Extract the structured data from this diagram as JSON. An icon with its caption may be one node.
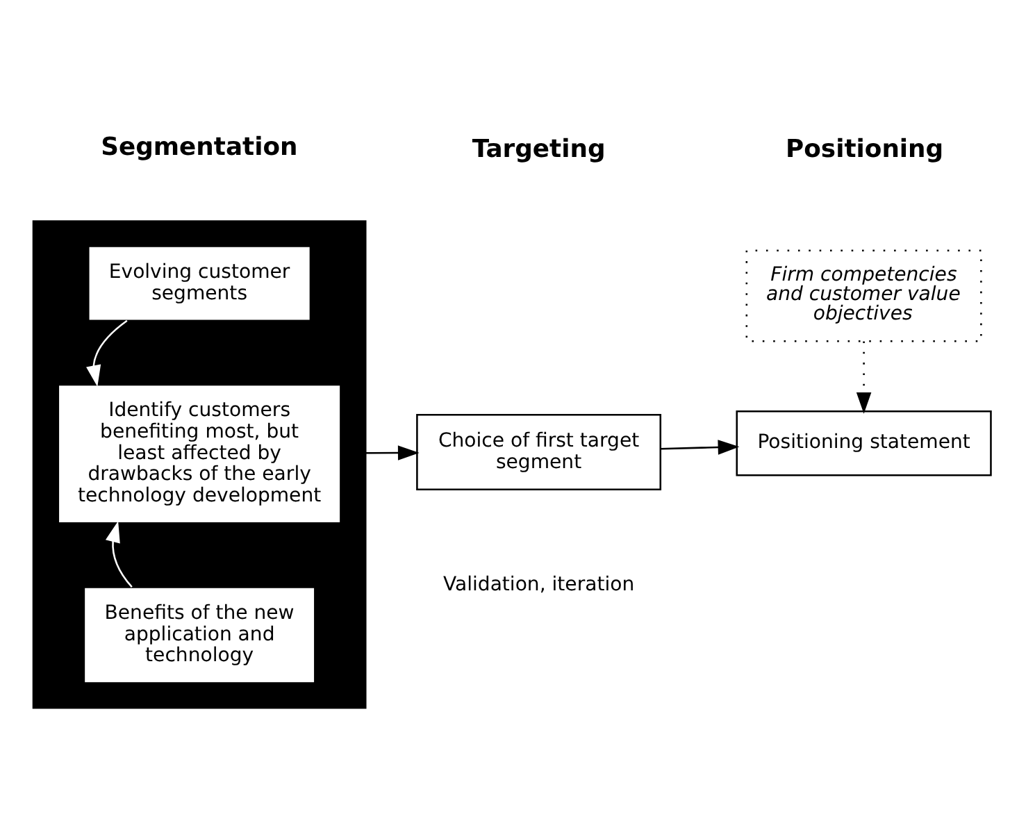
{
  "diagram": {
    "nodes": [
      {
        "text": [],
        "shape": "box"
      },
      {
        "text": [
          "Evolving customer segments"
        ],
        "in": 0
      },
      {
        "text": [
          "Identify customers benefiting most, but least affected by drawbacks of the early technology development"
        ],
        "in": 0
      },
      {
        "text": [
          "Benefits of the new application and technology"
        ],
        "in": 0
      },
      {
        "text": [
          "Choice of first target segment"
        ]
      },
      {
        "text": [
          "Positioning statement"
        ]
      },
      {
        "text": [
          "Firm competencies and customer value objectives"
        ]
      }
    ],
    "edges": [
      {
        "from": 1,
        "to": 2,
        "arrow": "to",
        "color": "#ffffff"
      },
      {
        "from": 3,
        "to": 2,
        "arrow": "to",
        "color": "#ffffff"
      },
      {
        "from": 0,
        "to": 4,
        "arrow": "to"
      },
      {
        "from": 4,
        "to": 5,
        "arrow": "to"
      },
      {
        "from": 6,
        "to": 5,
        "arrow": "to",
        "style": "dashed"
      }
    ],
    "labels": [
      "Segmentation",
      "Targeting",
      "Positioning",
      "Validation, iteration"
    ]
  }
}
